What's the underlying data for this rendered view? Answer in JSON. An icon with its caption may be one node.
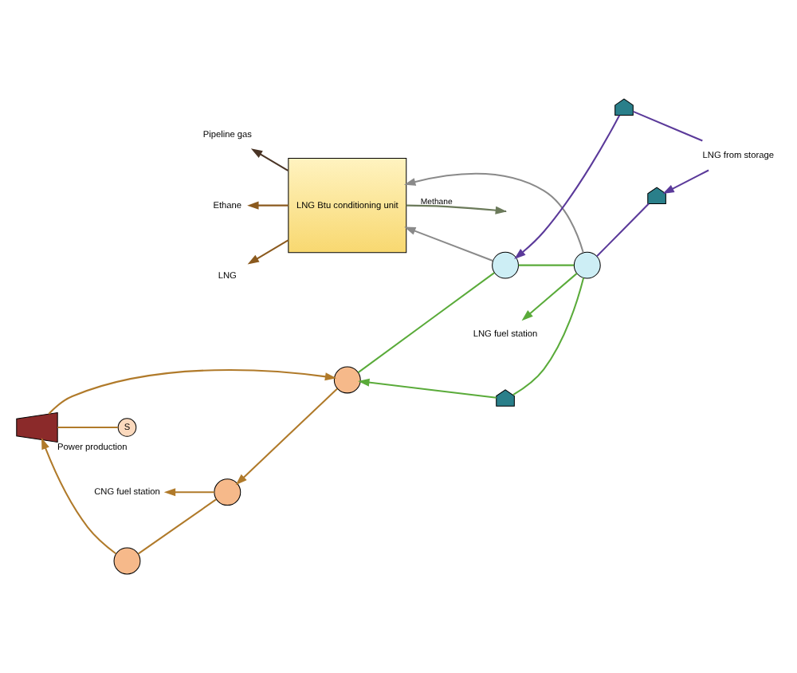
{
  "diagram": {
    "nodes": [
      {
        "text": [
          "LNG Btu conditioning unit"
        ]
      },
      {
        "text": [
          "Pipeline gas"
        ]
      },
      {
        "text": [
          "Ethane"
        ]
      },
      {
        "text": [
          "LNG"
        ]
      },
      {
        "text": [
          "CNG fuel station"
        ]
      },
      {
        "text": [
          "LNG from storage"
        ]
      },
      {
        "text": [
          "LNG fuel station"
        ]
      },
      {
        "text": [],
        "shape": "circle"
      },
      {
        "text": [],
        "shape": "circle"
      },
      {
        "text": [
          "S"
        ]
      },
      {
        "text": [],
        "shape": "turbine",
        "beside": [
          "Power production"
        ]
      },
      {
        "text": [],
        "shape": "circle"
      },
      {
        "text": [],
        "shape": "circle"
      },
      {
        "text": [],
        "shape": "circle"
      },
      {
        "text": [],
        "shape": "pump"
      },
      {
        "text": [],
        "shape": "pump"
      },
      {
        "text": [],
        "shape": "pump"
      }
    ],
    "edges": [
      {
        "from": 0,
        "to": 1,
        "arrow": "to",
        "color": "#4a3526"
      },
      {
        "from": 0,
        "to": 2,
        "arrow": "to",
        "color": "#8b5a1e"
      },
      {
        "from": 0,
        "to": 3,
        "arrow": "to",
        "color": "#8b5a1e"
      },
      {
        "from": 12,
        "to": 0,
        "arrow": "to",
        "color": "#8a8a8a"
      },
      {
        "from": 0,
        "to": null,
        "label": "Methane",
        "arrow": "to",
        "color": "#6b7a5a"
      },
      {
        "from": 13,
        "to": 0,
        "arrow": "to",
        "color": "#8a8a8a"
      },
      {
        "from": 5,
        "to": 15,
        "arrow": "to",
        "color": "#5b3a9a"
      },
      {
        "from": 5,
        "to": 14,
        "arrow": "none",
        "color": "#5b3a9a"
      },
      {
        "from": 14,
        "to": 12,
        "arrow": "to",
        "color": "#5b3a9a"
      },
      {
        "from": 15,
        "to": 13,
        "arrow": "none",
        "color": "#5b3a9a"
      },
      {
        "from": 13,
        "to": 12,
        "arrow": "none",
        "color": "#5aab3a"
      },
      {
        "from": 12,
        "to": 11,
        "arrow": "none",
        "color": "#5aab3a"
      },
      {
        "from": 13,
        "to": 6,
        "arrow": "to",
        "color": "#5aab3a"
      },
      {
        "from": 13,
        "to": 16,
        "arrow": "none",
        "color": "#5aab3a"
      },
      {
        "from": 16,
        "to": 11,
        "arrow": "to",
        "color": "#5aab3a"
      },
      {
        "from": 11,
        "to": 7,
        "arrow": "to",
        "color": "#b07a2a"
      },
      {
        "from": 7,
        "to": 4,
        "arrow": "to",
        "color": "#b07a2a"
      },
      {
        "from": 7,
        "to": 8,
        "arrow": "none",
        "color": "#b07a2a"
      },
      {
        "from": 8,
        "to": 10,
        "arrow": "to",
        "color": "#b07a2a"
      },
      {
        "from": 9,
        "to": 10,
        "arrow": "none",
        "color": "#b07a2a"
      },
      {
        "from": 10,
        "to": 11,
        "arrow": "to",
        "color": "#b07a2a"
      }
    ]
  }
}
